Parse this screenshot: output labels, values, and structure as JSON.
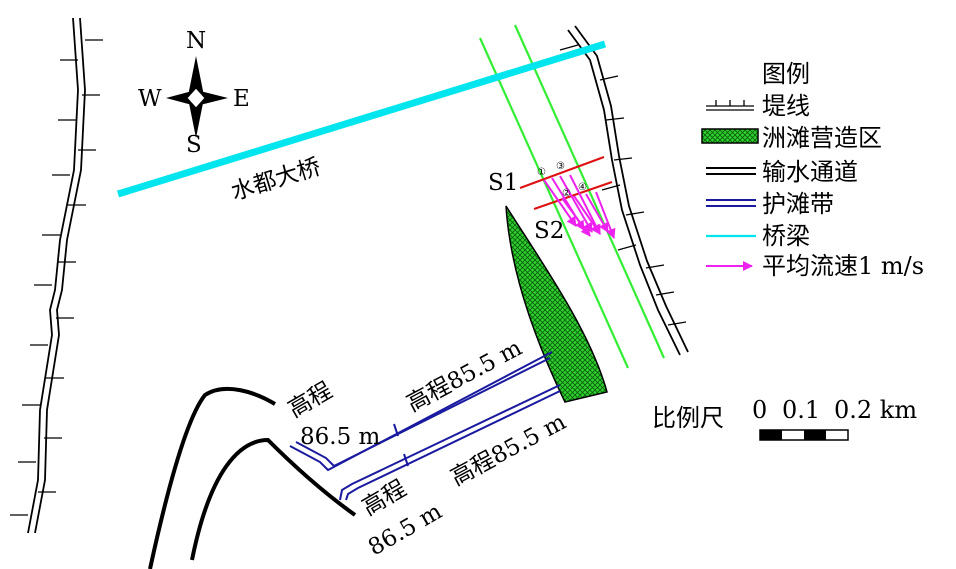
{
  "compass": {
    "n": "N",
    "s": "S",
    "e": "E",
    "w": "W"
  },
  "labels": {
    "bridge": "水都大桥",
    "s1": "S1",
    "s2": "S2",
    "c1": "①",
    "c2": "②",
    "c3": "③",
    "c4": "④",
    "elev_upper_left_1": "高程",
    "elev_upper_left_2": "86.5 m",
    "elev_upper_right": "高程85.5 m",
    "elev_lower_right": "高程85.5 m",
    "elev_lower_left_1": "高程",
    "elev_lower_left_2": "86.5 m"
  },
  "legend": {
    "title": "图例",
    "items": [
      {
        "key": "levee",
        "label": "堤线"
      },
      {
        "key": "shoal",
        "label": "洲滩营造区"
      },
      {
        "key": "channel",
        "label": "输水通道"
      },
      {
        "key": "protect",
        "label": "护滩带"
      },
      {
        "key": "bridge",
        "label": "桥梁"
      },
      {
        "key": "velocity",
        "label": "平均流速1 m/s"
      }
    ]
  },
  "scale": {
    "label": "比例尺",
    "ticks": [
      "0",
      "0.1",
      "0.2 km"
    ]
  },
  "colors": {
    "bridge": "#00e5ee",
    "shoal": "#22cc22",
    "channel": "#33ee33",
    "protect": "#1a1aa0",
    "velocity": "#ee22ee",
    "section": "#dd1111"
  }
}
